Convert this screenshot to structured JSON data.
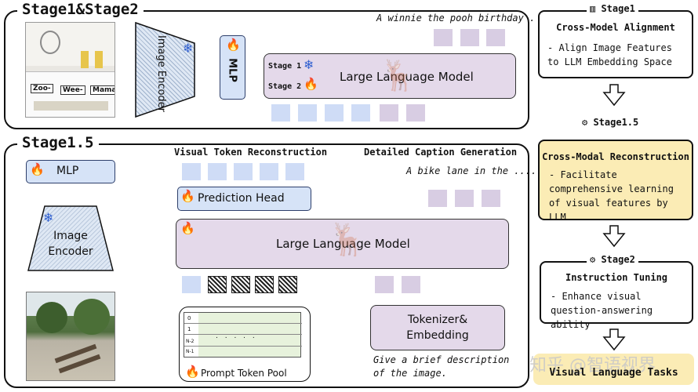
{
  "stage12": {
    "title": "Stage1&Stage2",
    "caption": "A winnie the pooh birthday .",
    "image_encoder": "Image\nEncoder",
    "mlp": "MLP",
    "llm": "Large Language Model",
    "stage1_label": "Stage 1",
    "stage2_label": "Stage 2",
    "photo_signs": [
      "Zoo-",
      "Wee-",
      "Mama"
    ]
  },
  "stage15": {
    "title": "Stage1.5",
    "visual_token_recon": "Visual Token Reconstruction",
    "detailed_caption": "Detailed Caption Generation",
    "caption": "A bike lane in the ......",
    "mlp": "MLP",
    "image_encoder": "Image Encoder",
    "prediction_head": "Prediction Head",
    "llm": "Large Language Model",
    "tokenizer": "Tokenizer& Embedding",
    "prompt_pool": "Prompt Token Pool",
    "prompt_text": "Give a brief description of the image.",
    "pool_rows": [
      "0",
      "1",
      "N-2",
      "N-1"
    ],
    "pool_dots": ". . . . ."
  },
  "side": {
    "stage1": {
      "tag": "Stage1",
      "title": "Cross-Model Alignment",
      "desc": "- Align Image Features to LLM Embedding Space"
    },
    "stage15": {
      "tag": "Stage1.5",
      "title": "Cross-Modal Reconstruction",
      "desc": "- Facilitate comprehensive learning of visual features by LLM"
    },
    "stage2": {
      "tag": "Stage2",
      "title": "Instruction Tuning",
      "desc": "- Enhance visual question-answering ability"
    },
    "final": "Visual Language Tasks",
    "watermark": "知乎 @智语视界"
  },
  "colors": {
    "llm": "#e4d9ea",
    "blue": "#d6e3f7",
    "highlight": "#fbecb5",
    "flame": "#e2541c",
    "snow": "#2f5fd0"
  }
}
